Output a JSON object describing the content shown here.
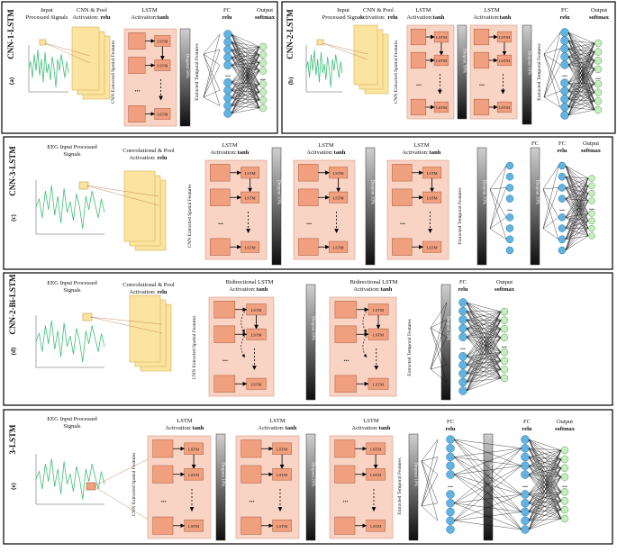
{
  "panels": {
    "a": {
      "title": "CNN-1-LSTM",
      "letter": "(a)",
      "input_label": [
        "Input",
        "Processed Signals"
      ],
      "cnn_label": [
        "CNN & Pool",
        "Activation:",
        "relu"
      ],
      "lstm_label": [
        "LSTM",
        "Activation:",
        "tanh"
      ],
      "fc_label": [
        "FC",
        "relu"
      ],
      "out_label": [
        "Output",
        "softmax"
      ],
      "spatial": "CNN Extracted Spatial Features",
      "temporal": "Extracted Temporal Features",
      "dropout": "Dropout 50%",
      "cell": "LSTM"
    },
    "b": {
      "title": "CNN-2-LSTM",
      "letter": "(b)",
      "input_label": [
        "Input",
        "Processed Signals"
      ],
      "cnn_label": [
        "CNN & Pool",
        "Activation:",
        "relu"
      ],
      "lstm_label": [
        "LSTM",
        "Activation:",
        "tanh"
      ],
      "fc_label": [
        "FC",
        "relu"
      ],
      "out_label": [
        "Output",
        "softmax"
      ],
      "spatial": "CNN Extracted Spatial Features",
      "temporal": "Extracted Temporal Features",
      "dropout": "Dropout 50%",
      "cell": "LSTM"
    },
    "c": {
      "title": "CNN-3-LSTM",
      "letter": "(c)",
      "input_label": [
        "EEG Input Processed",
        "Signals"
      ],
      "cnn_label": [
        "Convolutional & Pool",
        "Activation:",
        "relu"
      ],
      "lstm_label": [
        "LSTM",
        "Activation:",
        "tanh"
      ],
      "fc_label": [
        "FC",
        "relu"
      ],
      "out_label": [
        "Output",
        "softmax"
      ],
      "spatial": "CNN Extracted Spatial Features",
      "temporal": "Extracted Temporal Features",
      "dropout": "Dropout 10%",
      "cell": "LSTM"
    },
    "d": {
      "title": "CNN-2-Bi-LSTM",
      "letter": "(d)",
      "input_label": [
        "EEG Input Processed",
        "Signals"
      ],
      "cnn_label": [
        "Convolutional & Pool",
        "Activation:",
        "relu"
      ],
      "lstm_label": [
        "Bidirectional LSTM",
        "Activation:",
        "tanh"
      ],
      "fc_label": [
        "FC",
        "relu"
      ],
      "out_label": [
        "Output",
        "softmax"
      ],
      "spatial": "CNN Extracted Spatial Features",
      "temporal": "Extracted Temporal Features",
      "dropout": "Dropout 50%",
      "dropout2": "Dropout 20%",
      "cell": "LSTM"
    },
    "e": {
      "title": "3-LSTM",
      "letter": "(e)",
      "input_label": [
        "EEG Input Processed",
        "Signals"
      ],
      "lstm_label": [
        "LSTM",
        "Activation:",
        "tanh"
      ],
      "fc_label": [
        "FC",
        "relu"
      ],
      "out_label": [
        "Output",
        "softmax"
      ],
      "spatial": "CNN Extracted Spatial Features",
      "temporal": "Extracted Temporal Features",
      "dropout": "Dropout 10%",
      "dropout2": "Dropout 20%",
      "cell": "LSTM"
    }
  },
  "dots": "...",
  "colors": {
    "lstm_panel": "#f9d3c4",
    "lstm_cell": "#f0a07e",
    "cnn_panel": "#fbe4a0",
    "neuron": "#62b3e0",
    "output_neuron": "#c7ecc2",
    "signal": "#3fbf7a"
  }
}
